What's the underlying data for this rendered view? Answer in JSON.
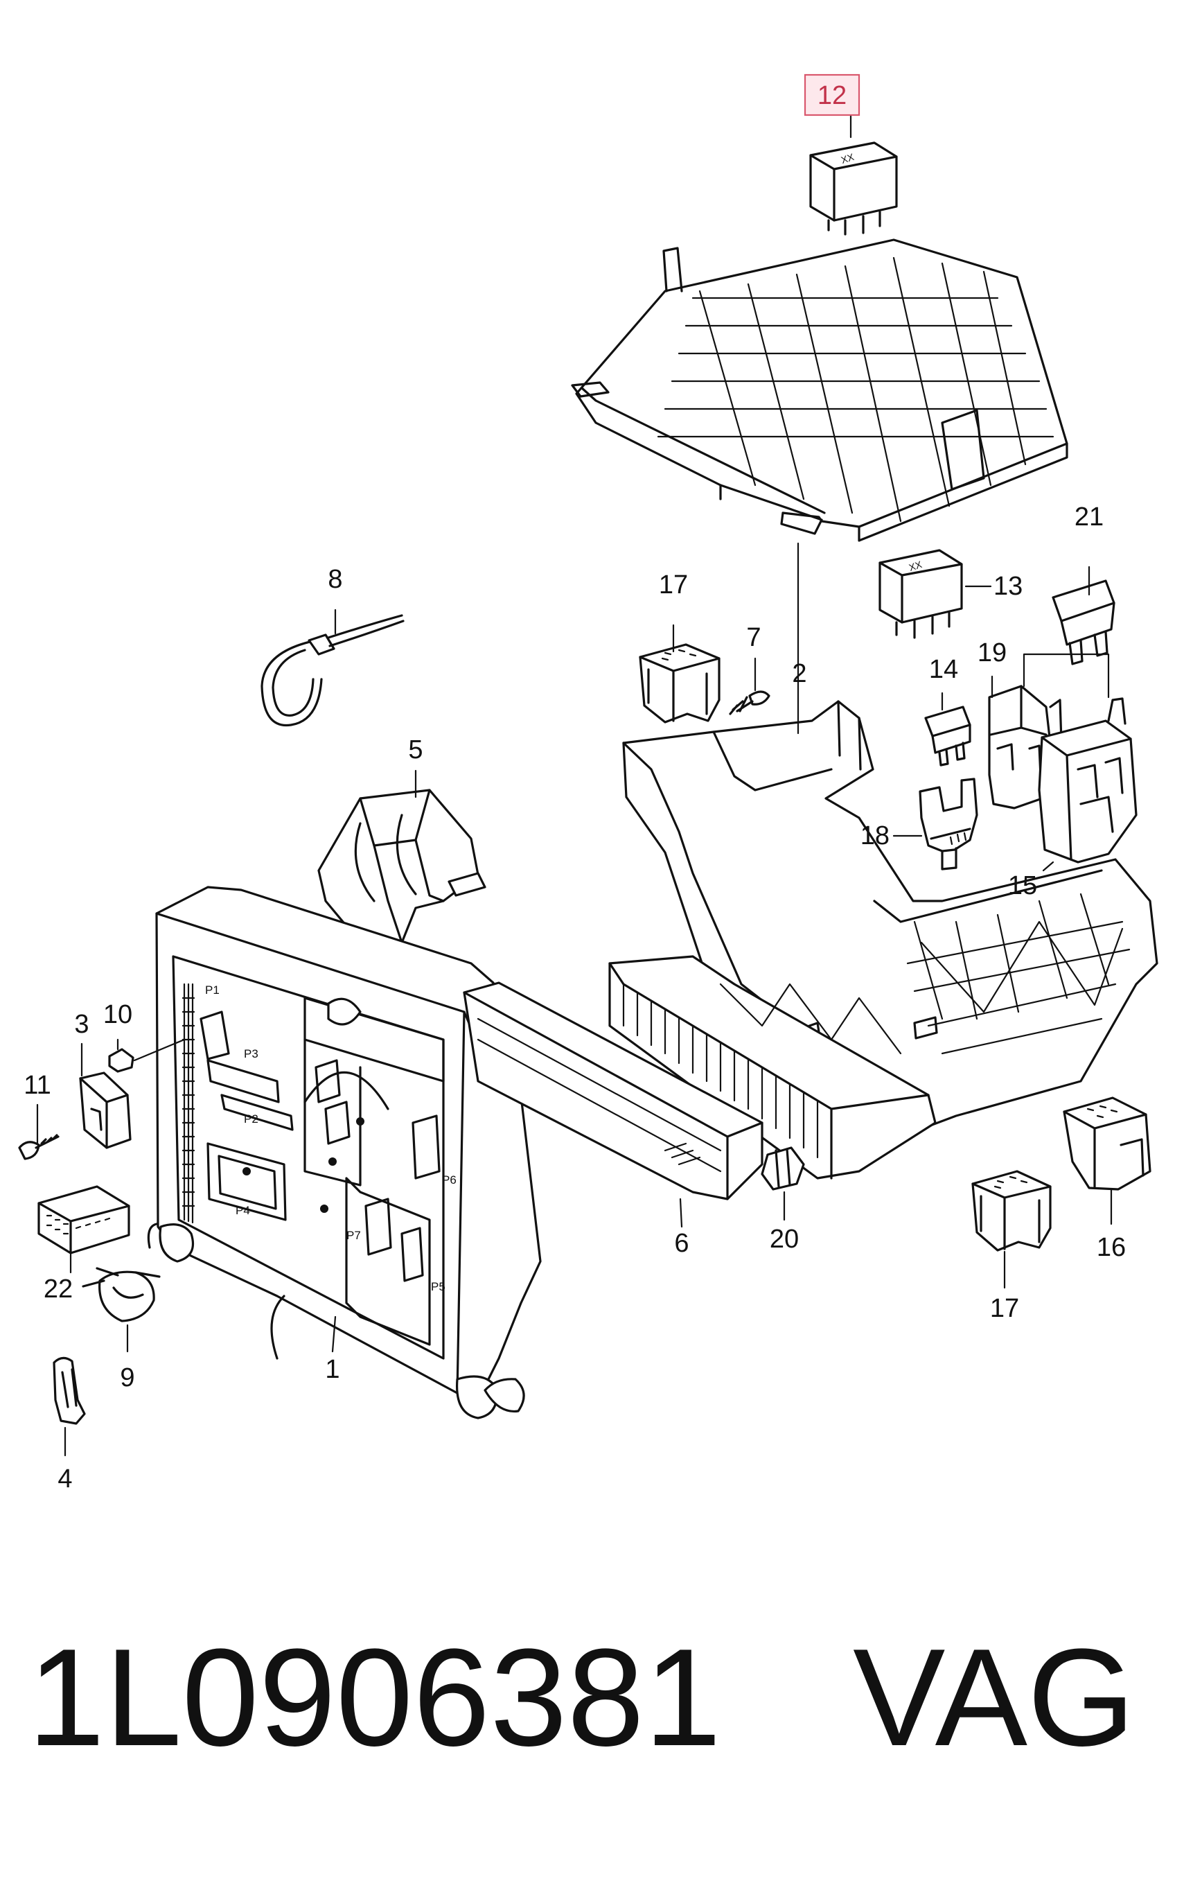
{
  "callouts": {
    "c1": "1",
    "c2": "2",
    "c3": "3",
    "c4": "4",
    "c5": "5",
    "c6": "6",
    "c7": "7",
    "c8": "8",
    "c9": "9",
    "c10": "10",
    "c11": "11",
    "c12": "12",
    "c13": "13",
    "c14": "14",
    "c15": "15",
    "c16": "16",
    "c17a": "17",
    "c17b": "17",
    "c18": "18",
    "c19": "19",
    "c20": "20",
    "c21": "21",
    "c22": "22"
  },
  "highlighted_callout": "12",
  "highlight_color": "#d9576d",
  "relay_marks": {
    "r12": "XX",
    "r13": "XX"
  },
  "board_labels": {
    "p1": "P1",
    "p2": "P2",
    "p3": "P3",
    "p4": "P4",
    "p5": "P5",
    "p6": "P6",
    "p7": "P7"
  },
  "footer": {
    "part_number": "1L0906381",
    "brand": "VAG"
  }
}
